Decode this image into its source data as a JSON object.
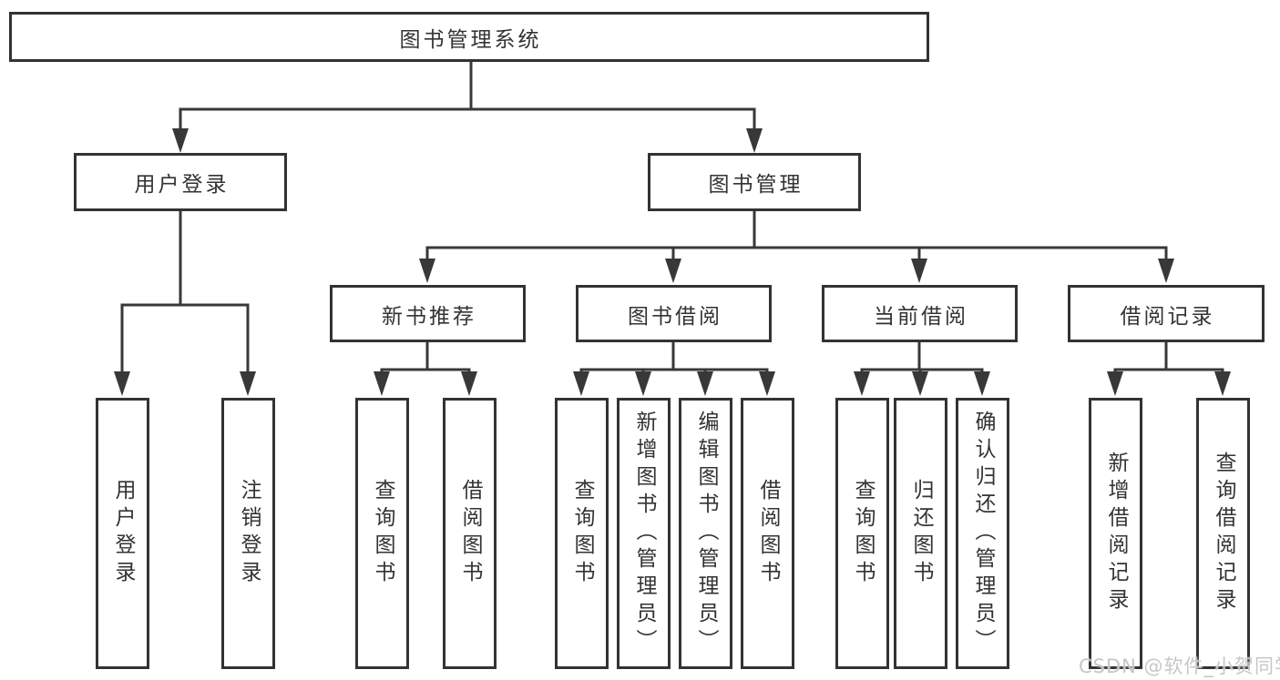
{
  "diagram": {
    "title": "图书管理系统",
    "root": {
      "label": "图书管理系统"
    },
    "level2": [
      {
        "label": "用户登录"
      },
      {
        "label": "图书管理"
      }
    ],
    "level3": [
      {
        "label": "新书推荐"
      },
      {
        "label": "图书借阅"
      },
      {
        "label": "当前借阅"
      },
      {
        "label": "借阅记录"
      }
    ],
    "leaves": {
      "user_login": [
        "用户登录",
        "注销登录"
      ],
      "new_books": [
        "查询图书",
        "借阅图书"
      ],
      "book_borrow": [
        "查询图书",
        "新增图书（管理员）",
        "编辑图书（管理员）",
        "借阅图书"
      ],
      "current_borrow": [
        "查询图书",
        "归还图书",
        "确认归还（管理员）"
      ],
      "borrow_records": [
        "新增借阅记录",
        "查询借阅记录"
      ]
    }
  },
  "colors": {
    "line": "#383838",
    "border": "#333333",
    "text": "#333333",
    "watermark": "#c7c7c7"
  },
  "watermark": {
    "text": "CSDN @软件_小贺同学"
  }
}
